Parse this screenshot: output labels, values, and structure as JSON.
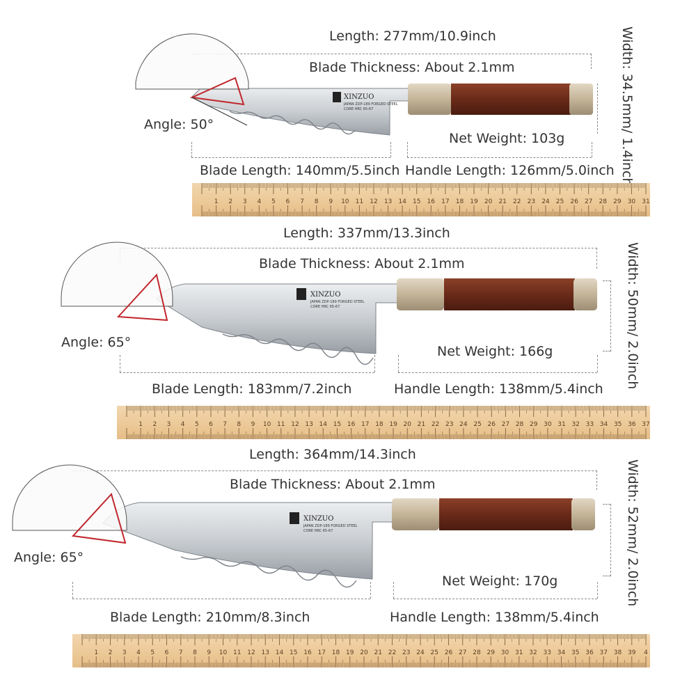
{
  "colors": {
    "blade_light": "#e4e6e8",
    "blade_dark": "#8f9499",
    "handle_wood": "#6e2e1c",
    "handle_horn": "#cdbfa8",
    "ruler_wood": "#edc995",
    "protractor_red": "#c0272d",
    "dash": "#8a8a8a"
  },
  "brand": "XINZUO",
  "knives": [
    {
      "length": "Length: 277mm/10.9inch",
      "thickness": "Blade Thickness: About 2.1mm",
      "angle": "Angle: 50°",
      "net_weight": "Net Weight:  103g",
      "blade_length": "Blade Length: 140mm/5.5inch",
      "handle_length": "Handle Length: 126mm/5.0inch",
      "width": "Width: 34.5mm/ 1.4inch",
      "steel_line1": "JAPAN ZDP-189 FORGED STEEL",
      "steel_line2": "CORE HRC 65-67",
      "ruler_numbers": [
        "1",
        "2",
        "3",
        "4",
        "5",
        "6",
        "7",
        "8",
        "9",
        "10",
        "11",
        "12",
        "13",
        "14",
        "15",
        "16",
        "17",
        "18",
        "19",
        "20",
        "21",
        "22",
        "23",
        "24",
        "25",
        "26",
        "27",
        "28",
        "29",
        "30",
        "31"
      ]
    },
    {
      "length": "Length: 337mm/13.3inch",
      "thickness": "Blade Thickness: About 2.1mm",
      "angle": "Angle: 65°",
      "net_weight": "Net Weight:  166g",
      "blade_length": "Blade Length: 183mm/7.2inch",
      "handle_length": "Handle Length: 138mm/5.4inch",
      "width": "Width: 50mm/ 2.0inch",
      "steel_line1": "JAPAN ZDP-189 FORGED STEEL",
      "steel_line2": "CORE HRC 65-67",
      "ruler_numbers": [
        "1",
        "2",
        "3",
        "4",
        "5",
        "6",
        "7",
        "8",
        "9",
        "10",
        "11",
        "12",
        "13",
        "14",
        "15",
        "16",
        "17",
        "18",
        "19",
        "20",
        "21",
        "22",
        "23",
        "24",
        "25",
        "26",
        "27",
        "28",
        "29",
        "30",
        "31",
        "32",
        "33",
        "34",
        "35",
        "36",
        "37"
      ]
    },
    {
      "length": "Length: 364mm/14.3inch",
      "thickness": "Blade Thickness: About 2.1mm",
      "angle": "Angle: 65°",
      "net_weight": "Net Weight:  170g",
      "blade_length": "Blade Length: 210mm/8.3inch",
      "handle_length": "Handle Length: 138mm/5.4inch",
      "width": "Width: 52mm/ 2.0inch",
      "steel_line1": "JAPAN ZDP-189 FORGED STEEL",
      "steel_line2": "CORE HRC 65-67",
      "ruler_numbers": [
        "1",
        "2",
        "3",
        "4",
        "5",
        "6",
        "7",
        "8",
        "9",
        "10",
        "11",
        "12",
        "13",
        "14",
        "15",
        "16",
        "17",
        "18",
        "19",
        "20",
        "21",
        "22",
        "23",
        "24",
        "25",
        "26",
        "27",
        "28",
        "29",
        "30",
        "31",
        "32",
        "33",
        "34",
        "35",
        "36",
        "37",
        "38",
        "39",
        "4"
      ]
    }
  ]
}
